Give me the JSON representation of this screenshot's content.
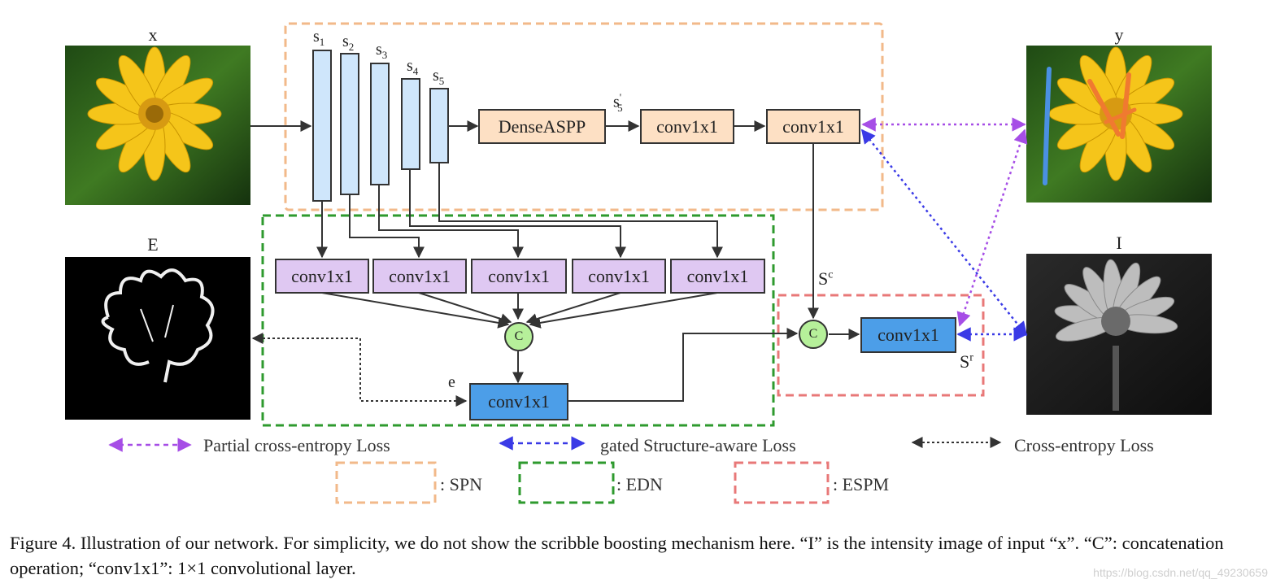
{
  "images": {
    "x_label": "x",
    "y_label": "y",
    "e_label": "E",
    "i_label": "I"
  },
  "encoder": {
    "s1": "s",
    "s1_sub": "1",
    "s2": "s",
    "s2_sub": "2",
    "s3": "s",
    "s3_sub": "3",
    "s4": "s",
    "s4_sub": "4",
    "s5": "s",
    "s5_sub": "5"
  },
  "spn": {
    "dense_aspp": "DenseASPP",
    "s5prime": "s",
    "s5prime_sup": "'",
    "s5prime_sub": "5",
    "conv_a": "conv1x1",
    "conv_b": "conv1x1"
  },
  "edn": {
    "conv1": "conv1x1",
    "conv2": "conv1x1",
    "conv3": "conv1x1",
    "conv4": "conv1x1",
    "conv5": "conv1x1",
    "concat": "C",
    "edge_conv": "conv1x1",
    "e_label": "e"
  },
  "espm": {
    "sc": "S",
    "sc_sup": "c",
    "concat": "C",
    "conv": "conv1x1",
    "sr": "S",
    "sr_sup": "r"
  },
  "legend": {
    "partial_ce": "Partial cross-entropy Loss",
    "gated_sa": "gated Structure-aware Loss",
    "ce": "Cross-entropy Loss",
    "spn": ": SPN",
    "edn": ": EDN",
    "espm": ": ESPM"
  },
  "colors": {
    "spn_border": "#f2b98a",
    "edn_border": "#2e9a2e",
    "espm_border": "#e87878",
    "partial_ce_arrow": "#a64ee6",
    "gated_sa_arrow": "#3a3ae6",
    "ce_arrow": "#333333"
  },
  "caption": "Figure 4. Illustration of our network. For simplicity, we do not show the scribble boosting mechanism here. “I” is the intensity image of input “x”. “C”: concatenation operation; “conv1x1”: 1×1 convolutional layer.",
  "watermark": "https://blog.csdn.net/qq_49230659"
}
